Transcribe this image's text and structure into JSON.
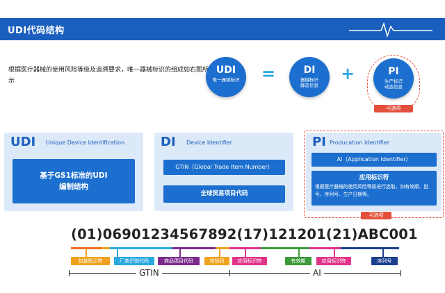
{
  "header": {
    "title": "UDI代码结构"
  },
  "intro": {
    "text": "根据医疗器械的使用风险等级及追溯要求，唯一器械标识的组成如右图所示"
  },
  "formula": {
    "udi": {
      "big": "UDI",
      "small": "唯一器械标识"
    },
    "equals": "=",
    "di": {
      "big": "DI",
      "small1": "器械标识",
      "small2": "静态信息"
    },
    "plus": "+",
    "pi": {
      "big": "PI",
      "small1": "生产标识",
      "small2": "动态信息"
    },
    "optional": "可选项"
  },
  "panels": {
    "udi": {
      "abbr": "UDI",
      "name": "Unique Device Identification",
      "box": "基于GS1标准的UDI\n编制结构"
    },
    "di": {
      "abbr": "DI",
      "name": "Device Identifier",
      "box1": "GTIN（Global Trade Item Number）",
      "box2": "全球贸易项目代码"
    },
    "pi": {
      "abbr": "PI",
      "name": "Producation Identifier",
      "box1": "AI（Application Identifier）",
      "box2_title": "应用标识符",
      "box2_text": "根据医疗器械的使用风险等级进行选取，如有效期、批号、序列号、生产日期等。",
      "optional": "可选项"
    }
  },
  "barcode": {
    "code": "(01)06901234567892(17)121201(21)ABC001",
    "tags": [
      "包装指示符",
      "厂商识别代码",
      "商品项目代码",
      "校验码",
      "应用标识符",
      "有效期",
      "应用标识符",
      "序列号"
    ],
    "gtin_label": "GTIN",
    "ai_label": "AI"
  },
  "colors": {
    "header": "#1b5fbe",
    "accent_blue": "#1c6fce",
    "optional_red": "#e2503c",
    "panel_bg": "#dce9f8"
  }
}
